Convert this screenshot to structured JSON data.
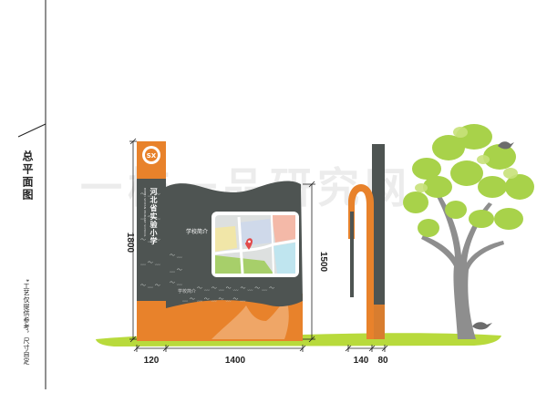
{
  "sidebar": {
    "title": "总平面图",
    "note": "*工艺仅提供参考，尺寸自定"
  },
  "watermark": "一校一品研究网",
  "sign": {
    "logo_text": "SX",
    "school_name": "河北省实验小学",
    "school_name_en": "HEBEI SHIYAN PRIMARY SCHOOL",
    "panel_title": "学校简介"
  },
  "dimensions": {
    "total_height": "1800",
    "panel_height": "1500",
    "pillar_width": "120",
    "panel_width": "1400",
    "side_width_a": "140",
    "side_width_b": "80"
  },
  "colors": {
    "orange": "#E8822B",
    "dark_gray": "#4E5452",
    "grass": "#B8DA3C",
    "leaf": "#A8D24A",
    "trunk": "#8E8E8E"
  }
}
